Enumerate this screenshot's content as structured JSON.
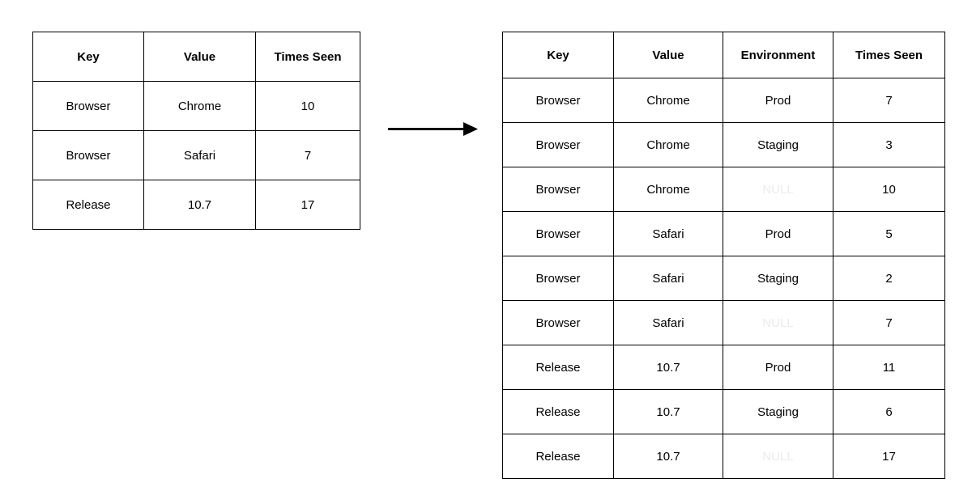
{
  "diagram": {
    "arrow": {
      "icon": "arrow-right-icon",
      "direction": "right",
      "color": "#000000"
    }
  },
  "source_table": {
    "name": "source-table",
    "columns": [
      "Key",
      "Value",
      "Times Seen"
    ],
    "rows": [
      [
        "Browser",
        "Chrome",
        "10"
      ],
      [
        "Browser",
        "Safari",
        "7"
      ],
      [
        "Release",
        "10.7",
        "17"
      ]
    ]
  },
  "result_table": {
    "name": "result-table",
    "columns": [
      "Key",
      "Value",
      "Environment",
      "Times Seen"
    ],
    "null_label": "NULL",
    "null_color": "#ebebeb",
    "rows": [
      [
        "Browser",
        "Chrome",
        "Prod",
        "7"
      ],
      [
        "Browser",
        "Chrome",
        "Staging",
        "3"
      ],
      [
        "Browser",
        "Chrome",
        "NULL",
        "10"
      ],
      [
        "Browser",
        "Safari",
        "Prod",
        "5"
      ],
      [
        "Browser",
        "Safari",
        "Staging",
        "2"
      ],
      [
        "Browser",
        "Safari",
        "NULL",
        "7"
      ],
      [
        "Release",
        "10.7",
        "Prod",
        "11"
      ],
      [
        "Release",
        "10.7",
        "Staging",
        "6"
      ],
      [
        "Release",
        "10.7",
        "NULL",
        "17"
      ]
    ]
  }
}
